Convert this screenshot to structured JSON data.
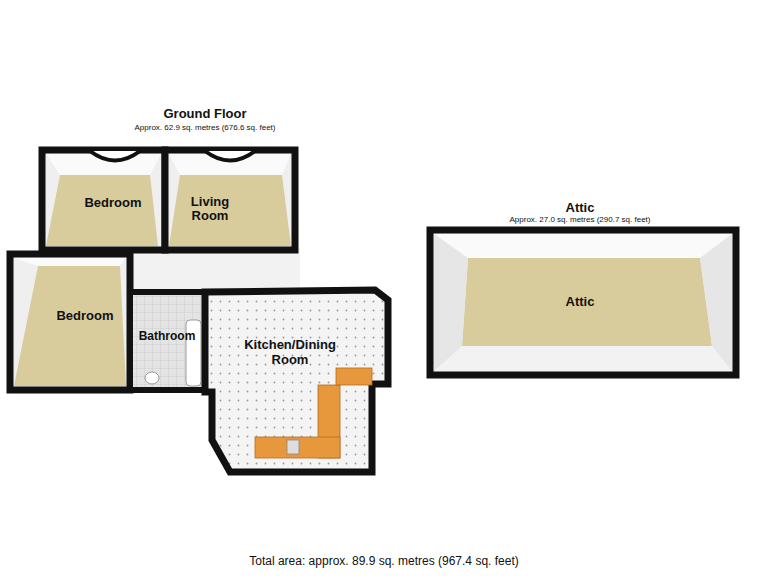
{
  "diagram": {
    "caption": "Total area: approx. 89.9 sq. metres (967.4 sq. feet)",
    "nodes": [
      {
        "text": [
          "Ground Floor",
          "Approx. 62.9 sq. metres (676.6 sq. feet)"
        ]
      },
      {
        "text": [
          "Bedroom"
        ],
        "in": 0
      },
      {
        "text": [
          "Living Room"
        ],
        "in": 0
      },
      {
        "text": [
          "Bedroom"
        ],
        "in": 0
      },
      {
        "text": [
          "Bathroom"
        ],
        "in": 0
      },
      {
        "text": [
          "Kitchen/Dining Room"
        ],
        "in": 0
      },
      {
        "text": [
          "Attic",
          "Approx. 27.0 sq. metres (290.7 sq. feet)"
        ]
      },
      {
        "text": [
          "Attic"
        ],
        "in": 6
      }
    ]
  }
}
